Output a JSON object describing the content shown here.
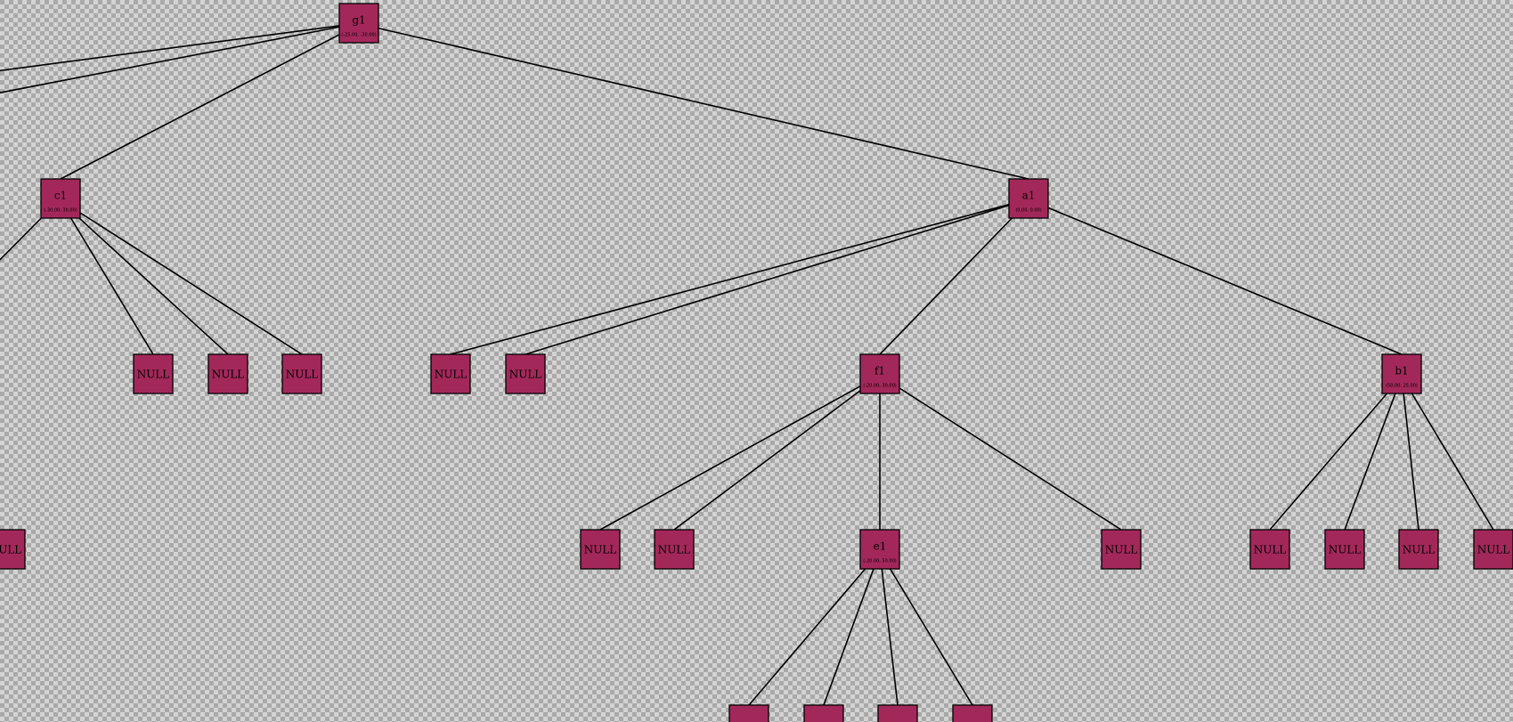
{
  "diagram": {
    "colors": {
      "node_fill": "#a3285a",
      "edge": "#000000",
      "checker_dark": "#a9a9a9",
      "checker_light": "#d3d3d3"
    },
    "nodes": [
      {
        "id": "g1",
        "label": "g1",
        "coords": "(-25.00, -30.00)"
      },
      {
        "id": "c1",
        "label": "c1",
        "coords": "(-30.00, 30.00)"
      },
      {
        "id": "a1",
        "label": "a1",
        "coords": "(0.00, 0.00)"
      },
      {
        "id": "null_c1_a",
        "label": "NULL",
        "coords": ""
      },
      {
        "id": "null_c1_b",
        "label": "NULL",
        "coords": ""
      },
      {
        "id": "null_c1_c",
        "label": "NULL",
        "coords": ""
      },
      {
        "id": "null_a1_a",
        "label": "NULL",
        "coords": ""
      },
      {
        "id": "null_a1_b",
        "label": "NULL",
        "coords": ""
      },
      {
        "id": "f1",
        "label": "f1",
        "coords": "(-20.00, 30.00)"
      },
      {
        "id": "b1",
        "label": "b1",
        "coords": "(50.00, 25.00)"
      },
      {
        "id": "null_left_edge",
        "label": "NULL",
        "coords": ""
      },
      {
        "id": "null_f1_a",
        "label": "NULL",
        "coords": ""
      },
      {
        "id": "null_f1_b",
        "label": "NULL",
        "coords": ""
      },
      {
        "id": "e1",
        "label": "e1",
        "coords": "(-20.00, 50.00)"
      },
      {
        "id": "null_f1_c",
        "label": "NULL",
        "coords": ""
      },
      {
        "id": "null_b1_a",
        "label": "NULL",
        "coords": ""
      },
      {
        "id": "null_b1_b",
        "label": "NULL",
        "coords": ""
      },
      {
        "id": "null_b1_c",
        "label": "NULL",
        "coords": ""
      },
      {
        "id": "null_b1_d",
        "label": "NULL",
        "coords": ""
      },
      {
        "id": "e1_child_a",
        "label": "",
        "coords": ""
      },
      {
        "id": "e1_child_b",
        "label": "",
        "coords": ""
      },
      {
        "id": "e1_child_c",
        "label": "",
        "coords": ""
      },
      {
        "id": "e1_child_d",
        "label": "",
        "coords": ""
      }
    ],
    "edges": [
      {
        "from": "g1",
        "to": "offscreen_1"
      },
      {
        "from": "g1",
        "to": "offscreen_2"
      },
      {
        "from": "g1",
        "to": "c1"
      },
      {
        "from": "g1",
        "to": "a1"
      },
      {
        "from": "c1",
        "to": "offscreen_3"
      },
      {
        "from": "c1",
        "to": "null_c1_a"
      },
      {
        "from": "c1",
        "to": "null_c1_b"
      },
      {
        "from": "c1",
        "to": "null_c1_c"
      },
      {
        "from": "a1",
        "to": "null_a1_a"
      },
      {
        "from": "a1",
        "to": "null_a1_b"
      },
      {
        "from": "a1",
        "to": "f1"
      },
      {
        "from": "a1",
        "to": "b1"
      },
      {
        "from": "f1",
        "to": "null_f1_a"
      },
      {
        "from": "f1",
        "to": "null_f1_b"
      },
      {
        "from": "f1",
        "to": "e1"
      },
      {
        "from": "f1",
        "to": "null_f1_c"
      },
      {
        "from": "b1",
        "to": "null_b1_a"
      },
      {
        "from": "b1",
        "to": "null_b1_b"
      },
      {
        "from": "b1",
        "to": "null_b1_c"
      },
      {
        "from": "b1",
        "to": "null_b1_d"
      },
      {
        "from": "e1",
        "to": "e1_child_a"
      },
      {
        "from": "e1",
        "to": "e1_child_b"
      },
      {
        "from": "e1",
        "to": "e1_child_c"
      },
      {
        "from": "e1",
        "to": "e1_child_d"
      },
      {
        "from": "offscreen_4",
        "to": "null_left_edge"
      }
    ]
  }
}
